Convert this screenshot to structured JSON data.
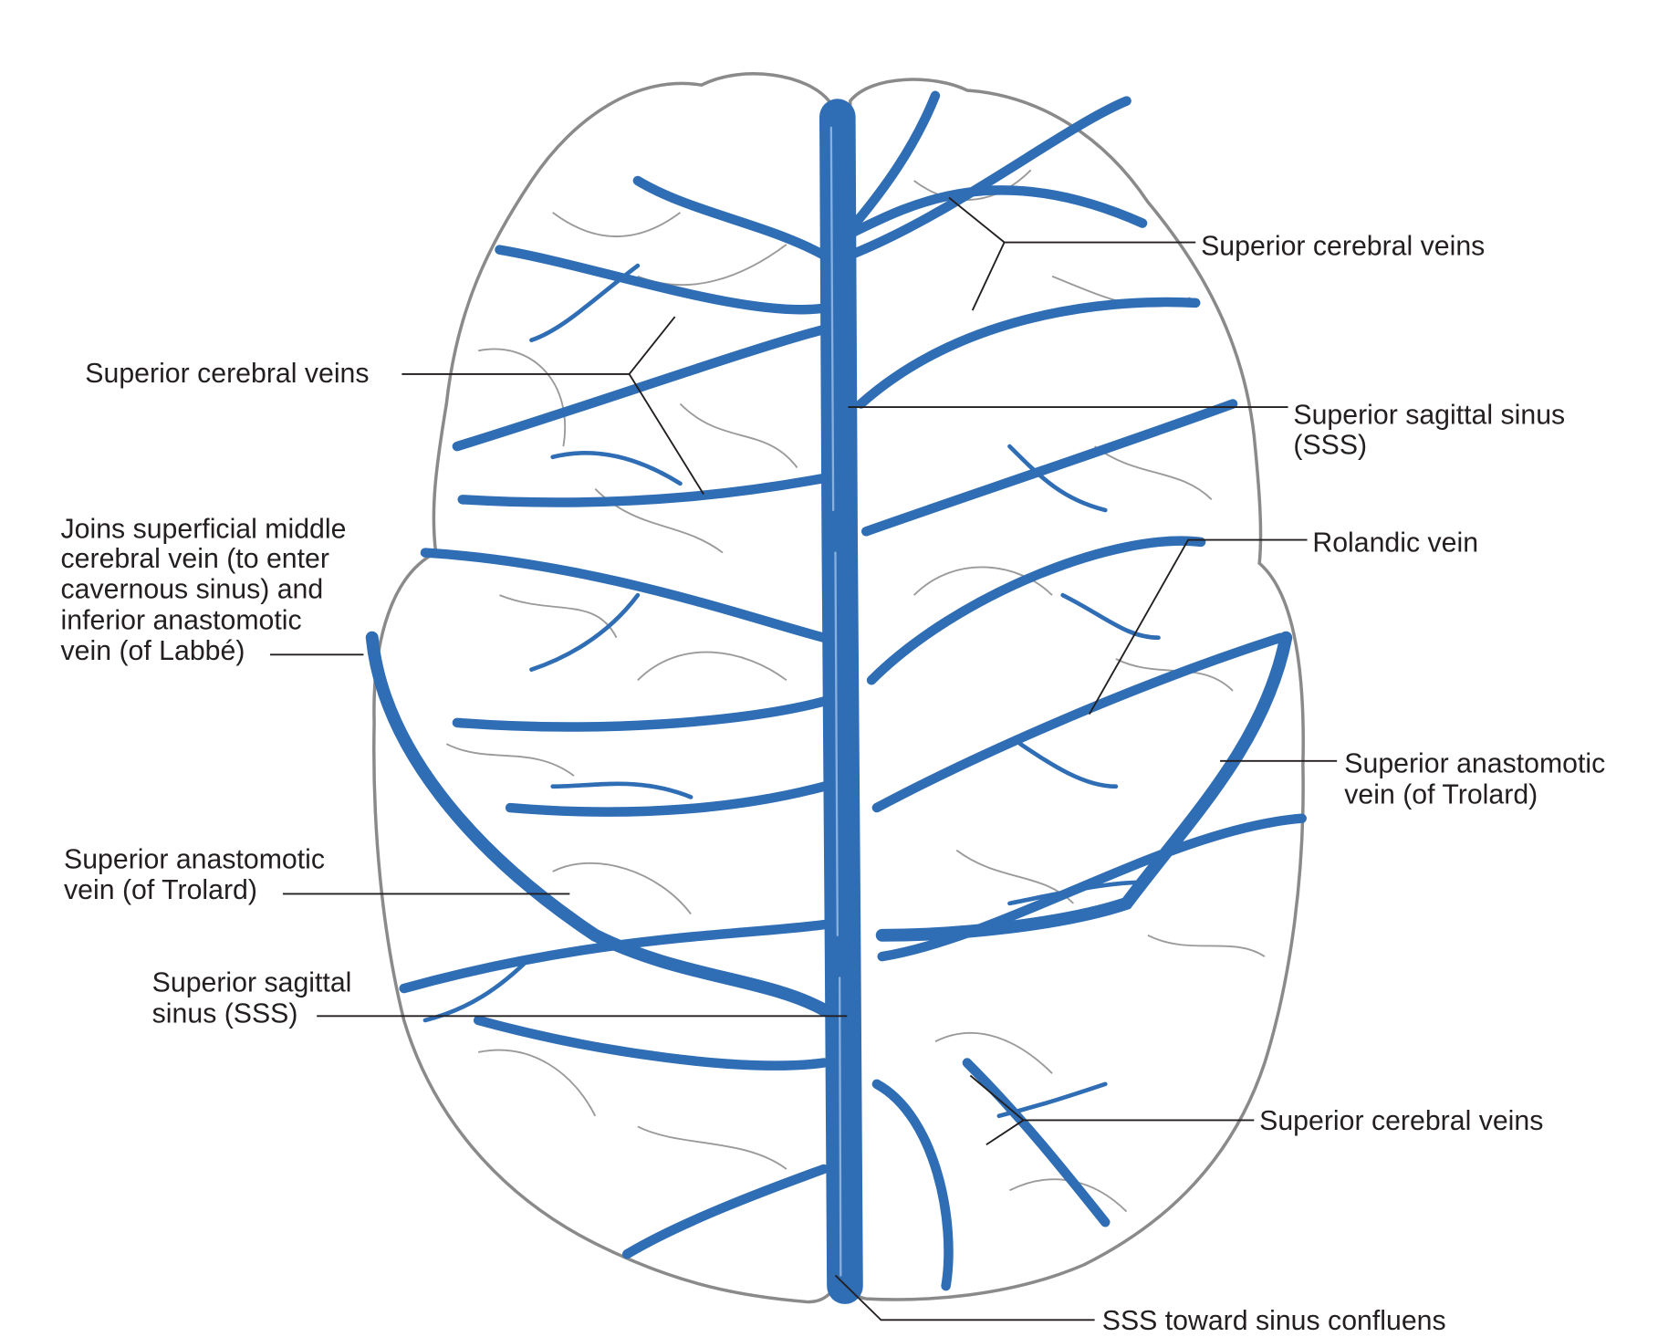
{
  "labels": {
    "superior_cerebral_veins_top_right": "Superior cerebral veins",
    "superior_cerebral_veins_left": "Superior cerebral veins",
    "sss_right": [
      "Superior sagittal sinus",
      "(SSS)"
    ],
    "labbe": [
      "Joins superficial middle",
      "cerebral vein (to enter",
      "cavernous sinus) and",
      "inferior anastomotic",
      "vein (of Labbé)"
    ],
    "rolandic_vein": "Rolandic vein",
    "trolard_right": [
      "Superior anastomotic",
      "vein (of Trolard)"
    ],
    "trolard_left": [
      "Superior anastomotic",
      "vein (of Trolard)"
    ],
    "sss_left": [
      "Superior sagittal",
      "sinus (SSS)"
    ],
    "superior_cerebral_veins_bottom_right": "Superior cerebral veins",
    "sss_confluens": "SSS toward sinus confluens"
  },
  "colors": {
    "vein": "#2f6db5",
    "outline": "#8a8a8a",
    "text": "#231f20"
  }
}
